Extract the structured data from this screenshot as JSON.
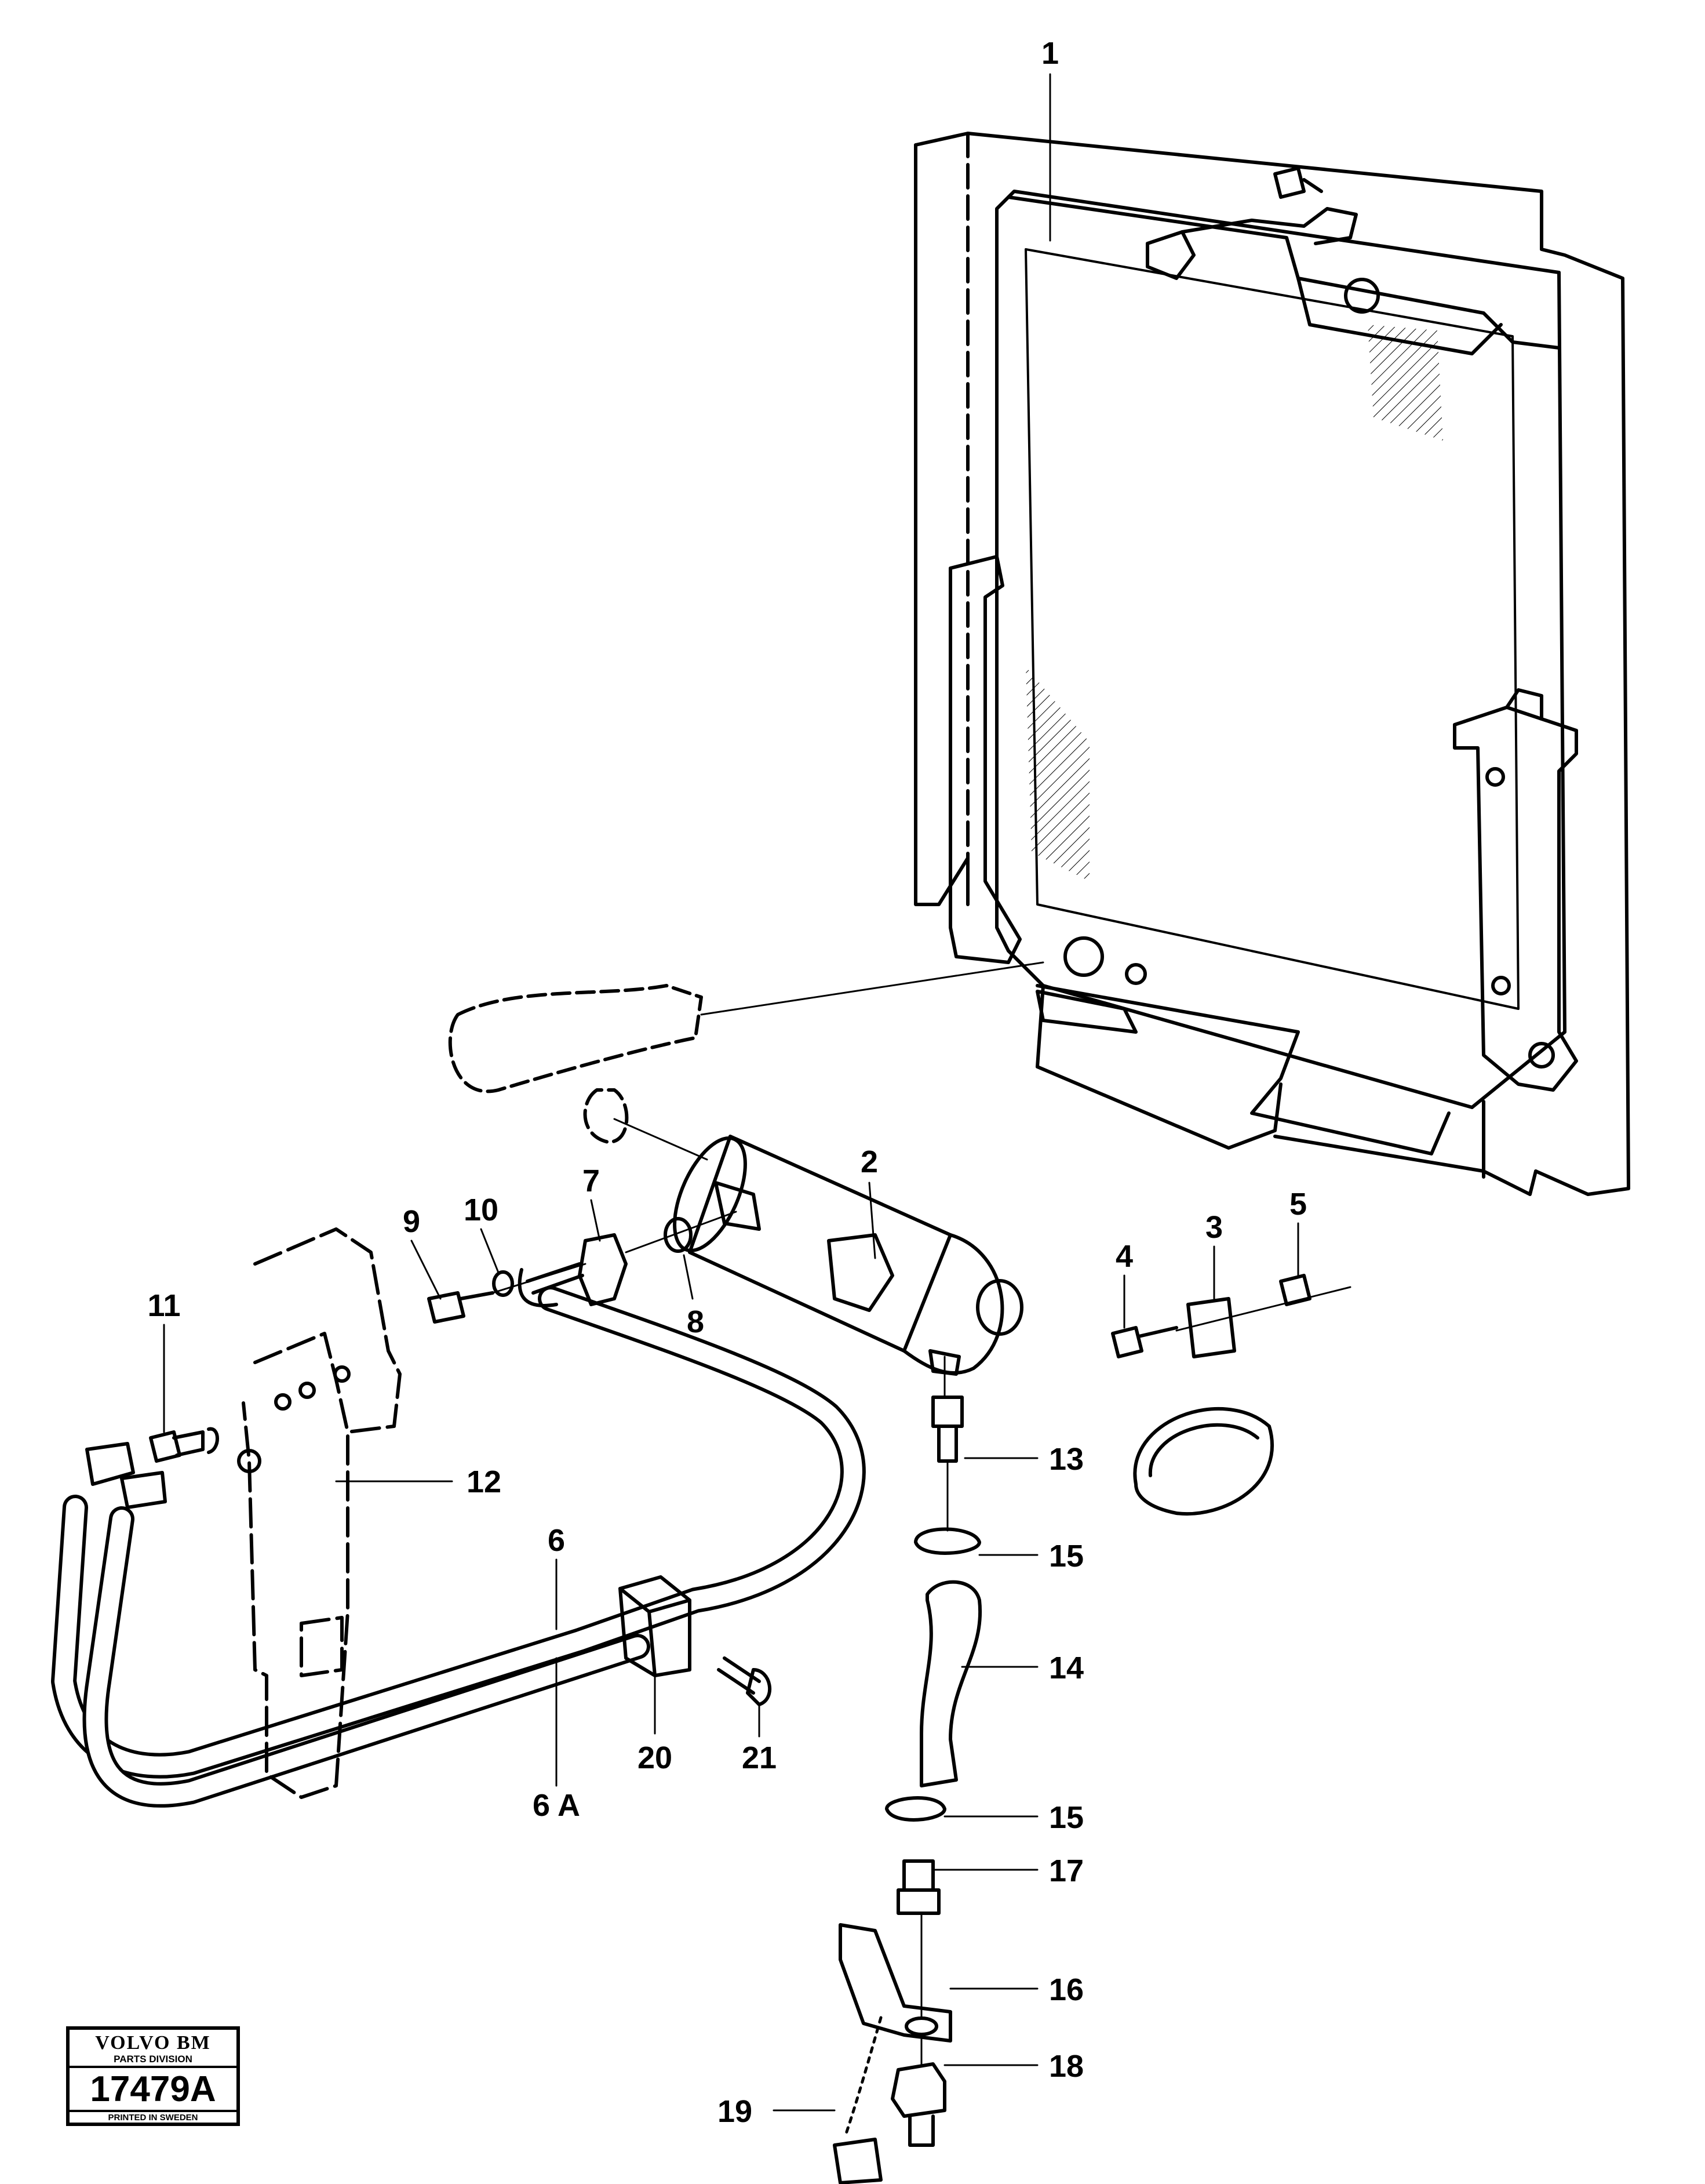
{
  "callouts": [
    {
      "id": "1",
      "label": "1"
    },
    {
      "id": "2",
      "label": "2"
    },
    {
      "id": "3",
      "label": "3"
    },
    {
      "id": "4",
      "label": "4"
    },
    {
      "id": "5",
      "label": "5"
    },
    {
      "id": "6",
      "label": "6"
    },
    {
      "id": "6A",
      "label": "6 A"
    },
    {
      "id": "7",
      "label": "7"
    },
    {
      "id": "8",
      "label": "8"
    },
    {
      "id": "9",
      "label": "9"
    },
    {
      "id": "10",
      "label": "10"
    },
    {
      "id": "11",
      "label": "11"
    },
    {
      "id": "12",
      "label": "12"
    },
    {
      "id": "13",
      "label": "13"
    },
    {
      "id": "14",
      "label": "14"
    },
    {
      "id": "15a",
      "label": "15"
    },
    {
      "id": "15b",
      "label": "15"
    },
    {
      "id": "16",
      "label": "16"
    },
    {
      "id": "17",
      "label": "17"
    },
    {
      "id": "18",
      "label": "18"
    },
    {
      "id": "19",
      "label": "19"
    },
    {
      "id": "20",
      "label": "20"
    },
    {
      "id": "21",
      "label": "21"
    }
  ],
  "stamp": {
    "brand": "VOLVO BM",
    "division": "PARTS DIVISION",
    "number": "17479A",
    "printed": "PRINTED IN SWEDEN"
  }
}
